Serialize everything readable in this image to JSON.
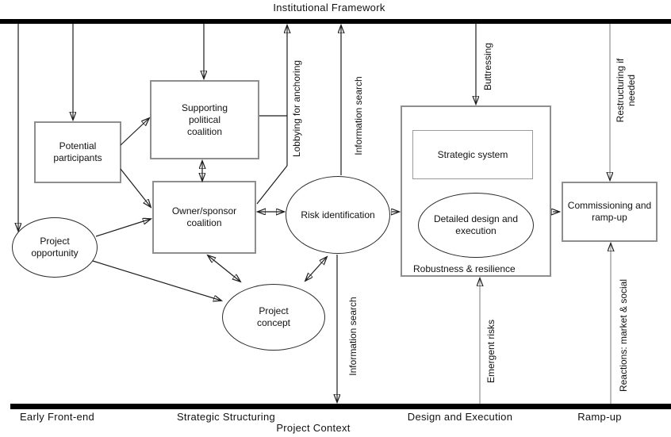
{
  "diagram": {
    "title": "Institutional Framework",
    "context_label": "Project Context",
    "phases": [
      "Early Front-end",
      "Strategic Structuring",
      "Design and Execution",
      "Ramp-up"
    ],
    "nodes": {
      "potential_participants": "Potential\nparticipants",
      "supporting_coalition": "Supporting\npolitical\ncoalition",
      "owner_coalition": "Owner/sponsor\ncoalition",
      "project_opportunity": "Project\nopportunity",
      "project_concept": "Project\nconcept",
      "risk_identification": "Risk identification",
      "strategic_system": "Strategic system",
      "detailed_design": "Detailed design and\nexecution",
      "robustness": "Robustness & resilience",
      "commissioning": "Commissioning and\nramp-up"
    },
    "flows": {
      "lobbying": "Lobbying for anchoring",
      "information_search_up": "Information search",
      "information_search_down": "Information search",
      "buttressing": "Buttressing",
      "restructuring": "Restructuring if\nneeded",
      "emergent_risks": "Emergent risks",
      "reactions": "Reactions: market & social"
    },
    "colors": {
      "bar": "#000000",
      "box_border": "#8e8e8e",
      "ellipse_border": "#2b2b2b",
      "arrow": "#1c1c1c",
      "gray_arrow": "#8f8f8f",
      "text": "#111111"
    }
  }
}
